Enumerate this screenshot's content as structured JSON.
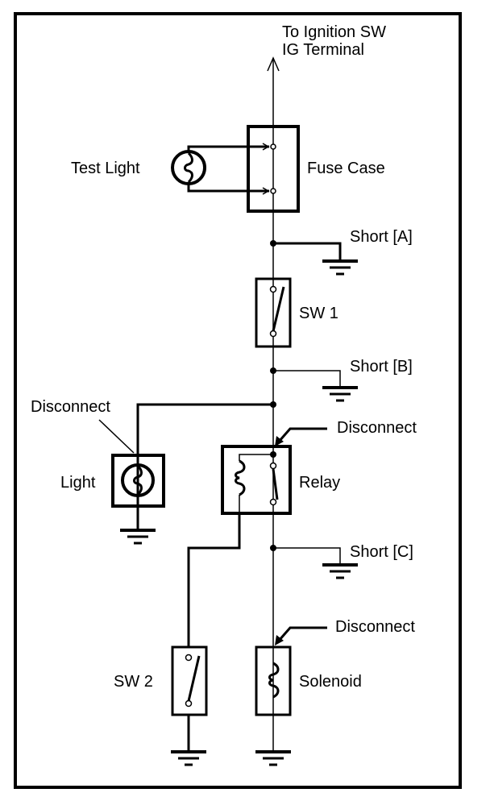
{
  "colors": {
    "line": "#000000",
    "background": "#ffffff"
  },
  "labels": {
    "ignition_line1": "To Ignition SW",
    "ignition_line2": "IG Terminal",
    "test_light": "Test Light",
    "fuse_case": "Fuse Case",
    "short_a": "Short [A]",
    "sw1": "SW 1",
    "short_b": "Short [B]",
    "disconnect_light": "Disconnect",
    "light": "Light",
    "disconnect_relay": "Disconnect",
    "relay": "Relay",
    "short_c": "Short [C]",
    "sw2": "SW 2",
    "disconnect_solenoid": "Disconnect",
    "solenoid": "Solenoid"
  },
  "components": [
    {
      "id": "fuse-case",
      "type": "fuse-case",
      "label": "Fuse Case"
    },
    {
      "id": "test-light",
      "type": "bulb",
      "label": "Test Light"
    },
    {
      "id": "sw1",
      "type": "switch",
      "label": "SW 1",
      "state": "open"
    },
    {
      "id": "light",
      "type": "bulb",
      "label": "Light"
    },
    {
      "id": "relay",
      "type": "relay",
      "label": "Relay"
    },
    {
      "id": "sw2",
      "type": "switch",
      "label": "SW 2",
      "state": "open"
    },
    {
      "id": "solenoid",
      "type": "coil",
      "label": "Solenoid"
    }
  ],
  "test_points": [
    "Short [A]",
    "Short [B]",
    "Short [C]",
    "Disconnect",
    "Disconnect",
    "Disconnect"
  ]
}
